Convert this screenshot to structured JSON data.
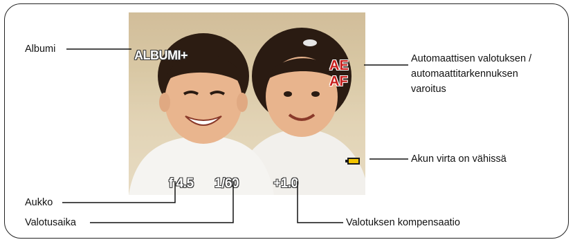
{
  "camera_screen": {
    "album_indicator": "ALBUMI+",
    "ae_af_warning": "AE AF",
    "aperture": "f 4.5",
    "shutter_speed": "1/60",
    "exposure_compensation": "+1.0",
    "battery_icon": "low-battery-icon"
  },
  "callouts": {
    "album": "Albumi",
    "ae_af_line1": "Automaattisen valotuksen /",
    "ae_af_line2": "automaattitarkennuksen",
    "ae_af_line3": "varoitus",
    "battery_low": "Akun virta on vähissä",
    "aperture": "Aukko",
    "shutter_speed": "Valotusaika",
    "exposure_compensation": "Valotuksen kompensaatio"
  },
  "colors": {
    "ae_af_text": "#c8201e",
    "battery_fill": "#f3c400",
    "line_color": "#111111"
  }
}
